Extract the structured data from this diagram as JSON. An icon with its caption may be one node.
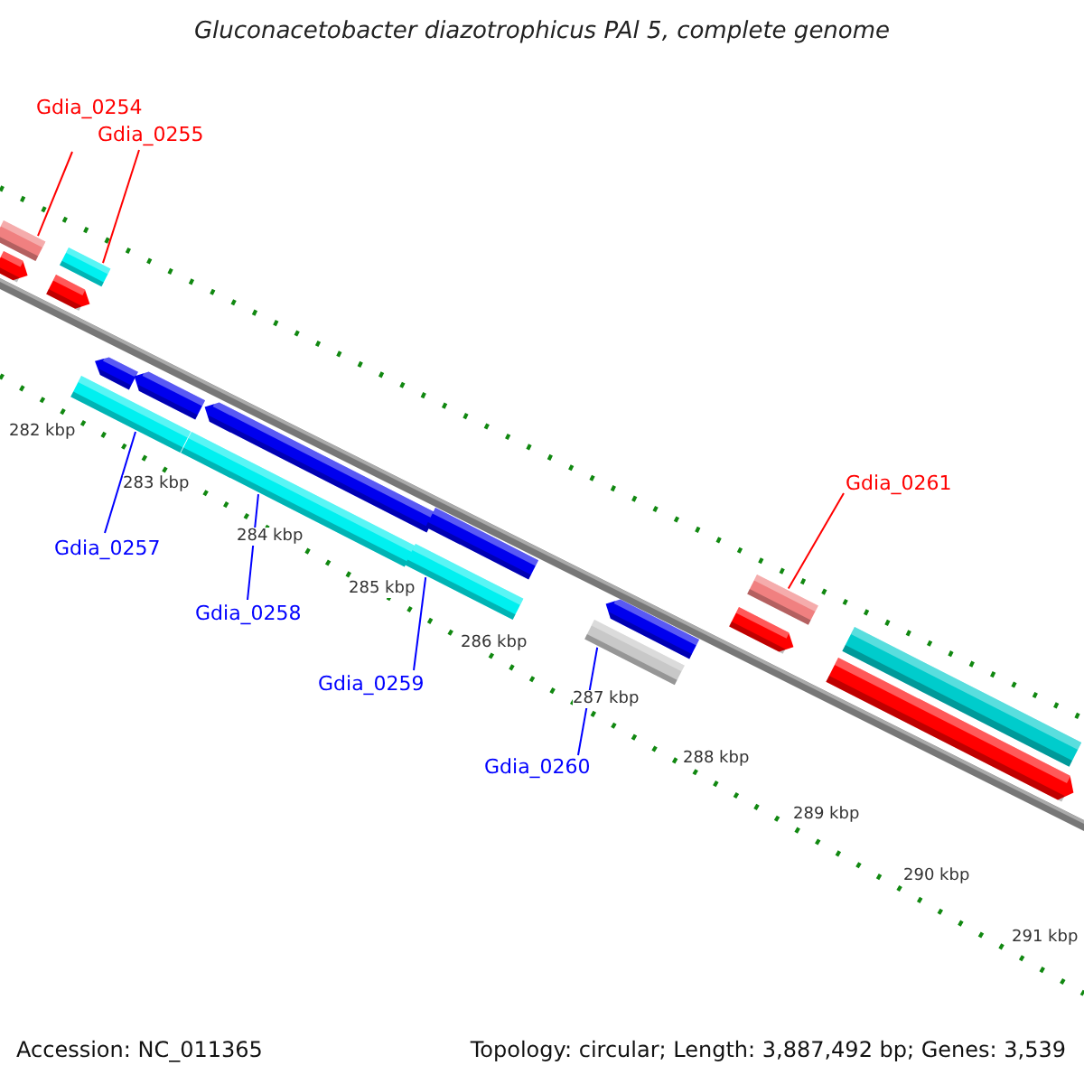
{
  "diagram": {
    "title": "Gluconacetobacter diazotrophicus PAl 5, complete genome",
    "nodes": [
      {
        "text": [
          "Gdia_0254"
        ]
      },
      {
        "text": [
          "Gdia_0255"
        ]
      },
      {
        "text": [],
        "shape": "bar"
      },
      {
        "text": [],
        "shape": "bar"
      },
      {
        "text": [],
        "shape": "bar"
      },
      {
        "text": [],
        "shape": "bar"
      },
      {
        "text": [
          "Gdia_0257"
        ]
      },
      {
        "text": [
          "Gdia_0258"
        ]
      },
      {
        "text": [
          "Gdia_0259"
        ]
      },
      {
        "text": [
          "Gdia_0260"
        ]
      },
      {
        "text": [
          "Gdia_0261"
        ]
      },
      {
        "text": [],
        "shape": "bar"
      },
      {
        "text": [],
        "shape": "bar"
      },
      {
        "text": [],
        "shape": "bar"
      },
      {
        "text": [],
        "shape": "bar"
      },
      {
        "text": [],
        "shape": "bar"
      },
      {
        "text": [],
        "shape": "bar"
      },
      {
        "text": [],
        "shape": "bar"
      },
      {
        "text": [],
        "shape": "bar"
      },
      {
        "text": [],
        "shape": "bar"
      },
      {
        "text": [],
        "shape": "bar"
      },
      {
        "text": [],
        "shape": "bar"
      },
      {
        "text": [],
        "shape": "bar"
      },
      {
        "text": [],
        "shape": "bar"
      }
    ],
    "edges": [
      {
        "from": 0,
        "to": 2,
        "arrow": "none",
        "color": "#ff0000"
      },
      {
        "from": 1,
        "to": 3,
        "arrow": "none",
        "color": "#ff0000"
      },
      {
        "from": 6,
        "to": 15,
        "arrow": "none"
      },
      {
        "from": 7,
        "to": 16,
        "arrow": "none"
      },
      {
        "from": 8,
        "to": 17,
        "arrow": "none"
      },
      {
        "from": 9,
        "to": 19,
        "arrow": "none"
      },
      {
        "from": 10,
        "to": 20,
        "arrow": "none",
        "color": "#ff0000"
      }
    ],
    "labels": [
      "282 kbp",
      "283 kbp",
      "284 kbp",
      "285 kbp",
      "286 kbp",
      "287 kbp",
      "288 kbp",
      "289 kbp",
      "290 kbp",
      "291 kbp",
      "Accession: NC_011365",
      "Topology: circular; Length: 3,887,492 bp; Genes: 3,539"
    ]
  }
}
